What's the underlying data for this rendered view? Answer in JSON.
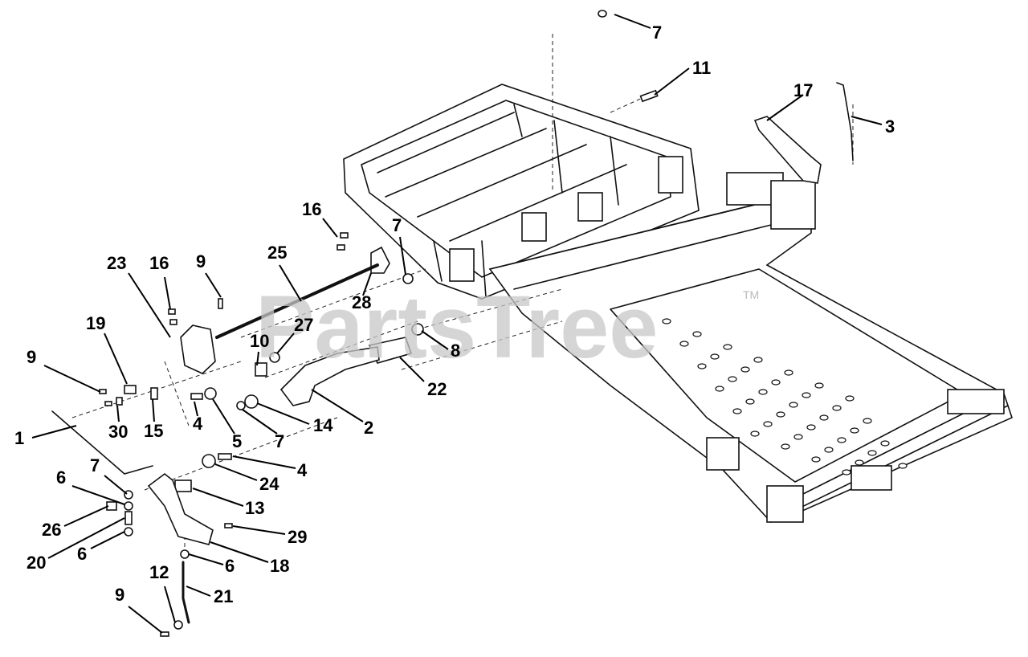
{
  "watermark": {
    "text": "PartsTree",
    "mark": "TM"
  },
  "callouts": [
    {
      "label": "7"
    },
    {
      "label": "11"
    },
    {
      "label": "17"
    },
    {
      "label": "3"
    },
    {
      "label": "16"
    },
    {
      "label": "7"
    },
    {
      "label": "23"
    },
    {
      "label": "16"
    },
    {
      "label": "9"
    },
    {
      "label": "25"
    },
    {
      "label": "28"
    },
    {
      "label": "19"
    },
    {
      "label": "27"
    },
    {
      "label": "10"
    },
    {
      "label": "8"
    },
    {
      "label": "22"
    },
    {
      "label": "9"
    },
    {
      "label": "30"
    },
    {
      "label": "15"
    },
    {
      "label": "4"
    },
    {
      "label": "5"
    },
    {
      "label": "7"
    },
    {
      "label": "14"
    },
    {
      "label": "2"
    },
    {
      "label": "1"
    },
    {
      "label": "4"
    },
    {
      "label": "24"
    },
    {
      "label": "7"
    },
    {
      "label": "6"
    },
    {
      "label": "13"
    },
    {
      "label": "26"
    },
    {
      "label": "29"
    },
    {
      "label": "20"
    },
    {
      "label": "6"
    },
    {
      "label": "18"
    },
    {
      "label": "6"
    },
    {
      "label": "12"
    },
    {
      "label": "21"
    },
    {
      "label": "9"
    }
  ]
}
